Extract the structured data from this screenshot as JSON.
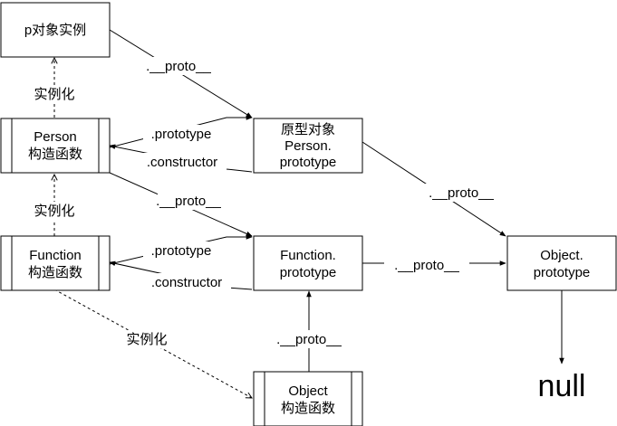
{
  "nodes": {
    "p_instance": {
      "lines": [
        "p对象实例"
      ]
    },
    "person_ctor": {
      "lines": [
        "Person",
        "构造函数"
      ]
    },
    "person_proto": {
      "lines": [
        "原型对象",
        "Person.",
        "prototype"
      ]
    },
    "function_ctor": {
      "lines": [
        "Function",
        "构造函数"
      ]
    },
    "function_proto": {
      "lines": [
        "Function.",
        "prototype"
      ]
    },
    "object_proto": {
      "lines": [
        "Object.",
        "prototype"
      ]
    },
    "object_ctor": {
      "lines": [
        "Object",
        "构造函数"
      ]
    },
    "null_node": {
      "lines": [
        "null"
      ]
    }
  },
  "edges": {
    "instance_of_1": "实例化",
    "instance_of_2": "实例化",
    "instance_of_3": "实例化",
    "p_proto": ".__proto__",
    "person_prototype": ".prototype",
    "person_constructor": ".constructor",
    "person_ctor_proto": ".__proto__",
    "person_proto_proto": ".__proto__",
    "function_prototype": ".prototype",
    "function_constructor": ".constructor",
    "function_proto_proto": ".__proto__",
    "object_ctor_proto": ".__proto__"
  },
  "colors": {
    "stroke": "#000000",
    "fill": "#ffffff",
    "text": "#000000"
  }
}
